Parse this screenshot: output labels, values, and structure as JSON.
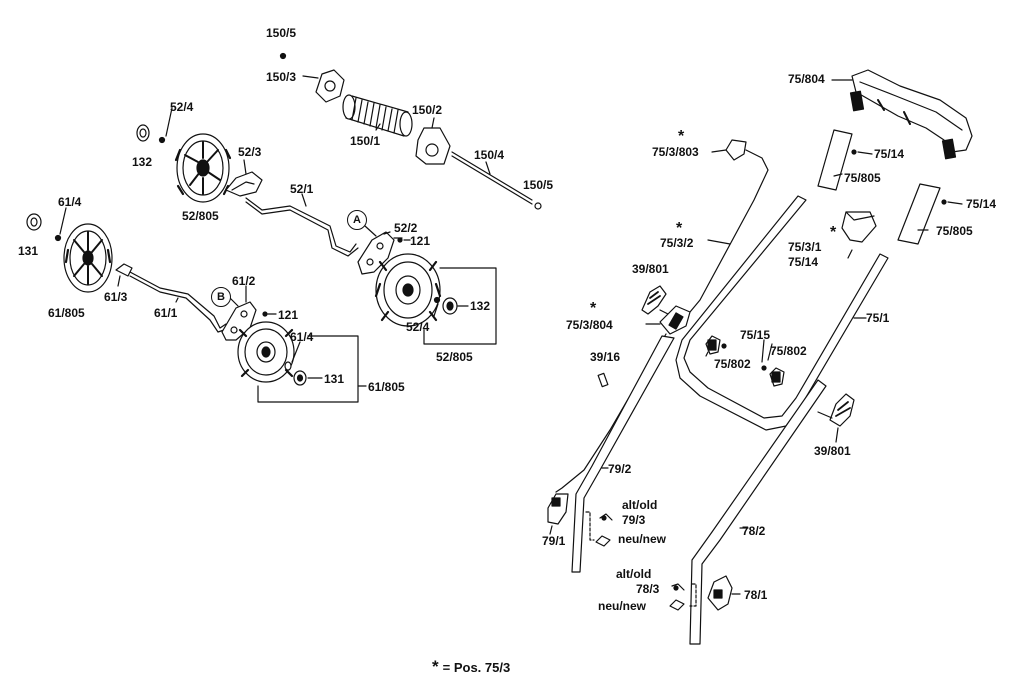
{
  "labels": {
    "p150_5a": "150/5",
    "p150_3": "150/3",
    "p150_2": "150/2",
    "p150_1": "150/1",
    "p150_4": "150/4",
    "p150_5b": "150/5",
    "p52_4a": "52/4",
    "p132a": "132",
    "p52_3": "52/3",
    "p52_805a": "52/805",
    "p52_1": "52/1",
    "p52_2": "52/2",
    "p121a": "121",
    "p61_4a": "61/4",
    "p131a": "131",
    "p61_3": "61/3",
    "p61_805a": "61/805",
    "p61_1": "61/1",
    "p61_2": "61/2",
    "p121b": "121",
    "p61_4b": "61/4",
    "p131b": "131",
    "p61_805b": "61/805",
    "p132b": "132",
    "p52_4b": "52/4",
    "p52_805b": "52/805",
    "p75_804": "75/804",
    "p75_3_803": "75/3/803",
    "p75_14a": "75/14",
    "p75_805a": "75/805",
    "p75_14b": "75/14",
    "p75_805b": "75/805",
    "p75_3_2": "75/3/2",
    "p75_3_1": "75/3/1",
    "p75_14c": "75/14",
    "p39_801a": "39/801",
    "p75_1": "75/1",
    "p75_3_804": "75/3/804",
    "p75_15": "75/15",
    "p39_16": "39/16",
    "p75_802a": "75/802",
    "p75_802b": "75/802",
    "p39_801b": "39/801",
    "p79_2": "79/2",
    "alt_old_a": "alt/old",
    "p79_3": "79/3",
    "p79_1": "79/1",
    "neu_new_a": "neu/new",
    "p78_2": "78/2",
    "alt_old_b": "alt/old",
    "p78_3": "78/3",
    "p78_1": "78/1",
    "neu_new_b": "neu/new"
  },
  "markers": {
    "A": "A",
    "B": "B",
    "star": "*"
  },
  "footnote": "= Pos. 75/3"
}
